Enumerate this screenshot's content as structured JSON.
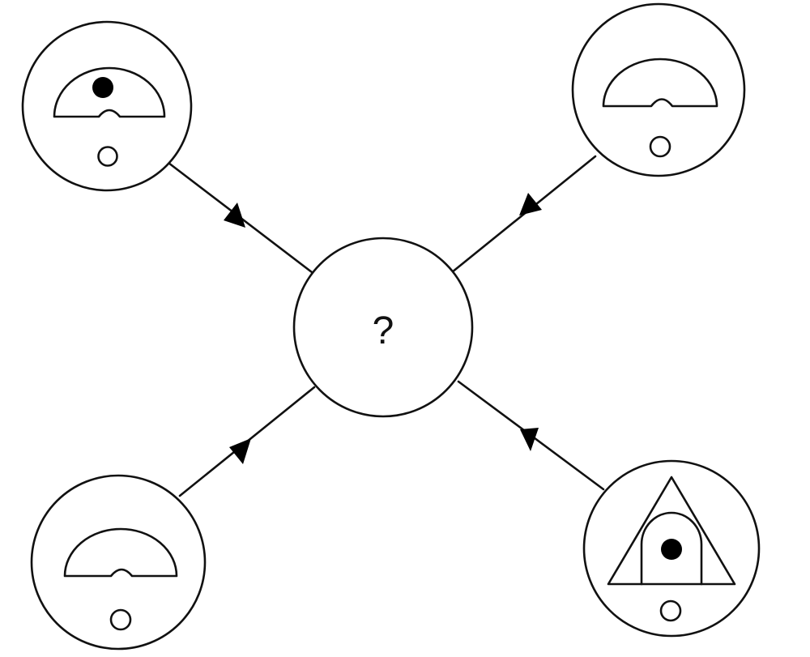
{
  "center": {
    "label": "?"
  },
  "colors": {
    "stroke": "#111111",
    "background": "#ffffff",
    "fill_dark": "#000000"
  },
  "nodes": [
    {
      "id": "top-left",
      "shape": "semicircle-arch",
      "has_dot": true
    },
    {
      "id": "top-right",
      "shape": "semicircle-arch",
      "has_dot": false
    },
    {
      "id": "bottom-left",
      "shape": "semicircle-arch",
      "has_dot": false
    },
    {
      "id": "bottom-right",
      "shape": "triangle-with-arch-window",
      "has_dot": true
    }
  ]
}
